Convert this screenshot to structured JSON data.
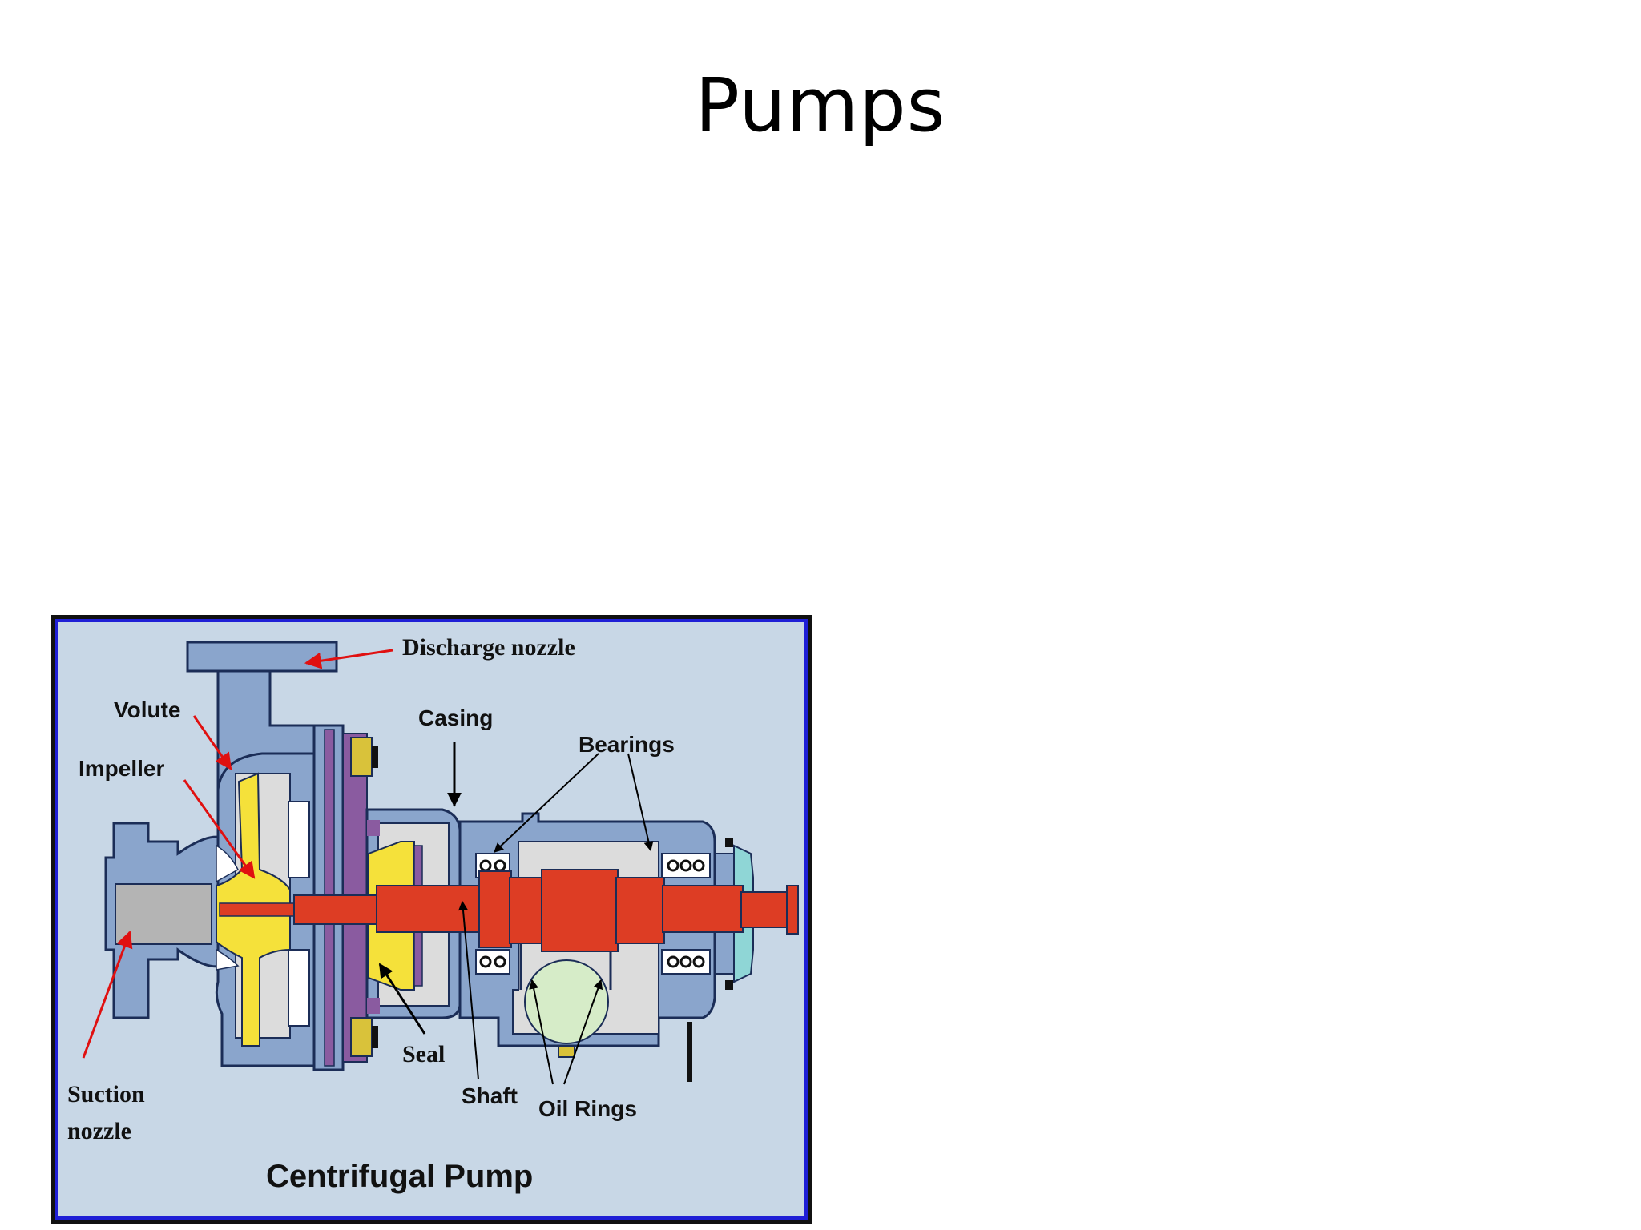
{
  "slide": {
    "title": "Pumps"
  },
  "diagram": {
    "caption": "Centrifugal Pump",
    "labels": {
      "discharge_nozzle": "Discharge nozzle",
      "volute": "Volute",
      "impeller": "Impeller",
      "casing": "Casing",
      "bearings": "Bearings",
      "seal": "Seal",
      "shaft": "Shaft",
      "oil_rings": "Oil Rings",
      "suction_nozzle_line1": "Suction",
      "suction_nozzle_line2": "nozzle"
    },
    "colors": {
      "background": "#c8d7e6",
      "frame_outer": "#111111",
      "frame_inner": "#1f1fd6",
      "housing": "#8aa5cc",
      "impeller": "#f5e13a",
      "shaft": "#dd3d24",
      "seal_plate": "#8a5ba0",
      "cavity": "#dcdcdc",
      "bolt": "#d9c23a",
      "oil_sump": "#d6ecc8",
      "pointer_red": "#e01010",
      "pointer_black": "#000000"
    }
  }
}
